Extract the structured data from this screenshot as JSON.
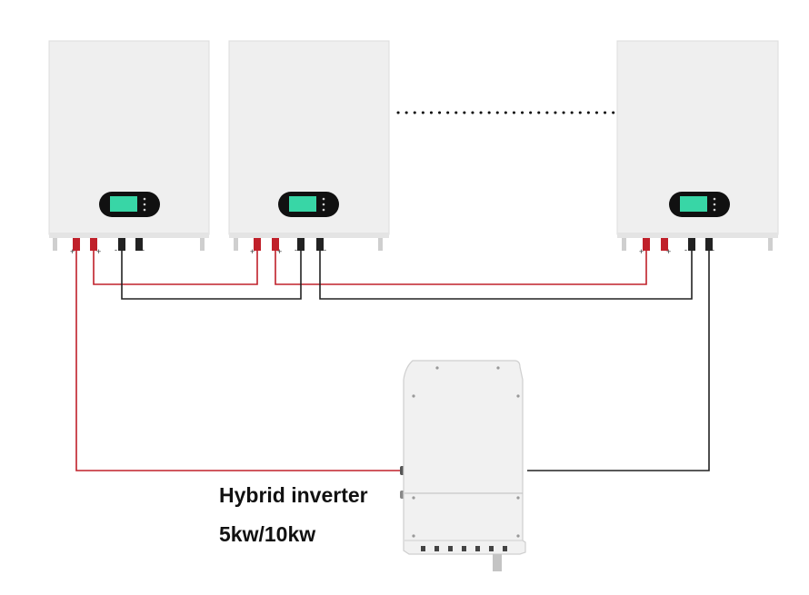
{
  "diagram": {
    "batteries": [
      {
        "id": "battery-1",
        "terminals": [
          "+",
          "+",
          "-",
          "-"
        ]
      },
      {
        "id": "battery-2",
        "terminals": [
          "+",
          "+",
          "-",
          "-"
        ]
      },
      {
        "id": "battery-n",
        "terminals": [
          "+",
          "+",
          "-",
          "-"
        ]
      }
    ],
    "continuation": "dotted",
    "inverter": {
      "label": "Hybrid inverter",
      "rating": "5kw/10kw"
    },
    "colors": {
      "positive_wire": "#c0202a",
      "negative_wire": "#222222",
      "battery_body": "#efefef",
      "display_bezel": "#111111",
      "display_screen": "#38d6a6"
    }
  }
}
